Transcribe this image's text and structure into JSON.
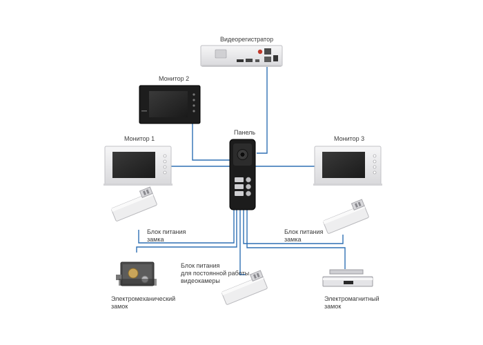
{
  "labels": {
    "dvr": "Видеорегистратор",
    "monitor2": "Монитор 2",
    "monitor1": "Монитор 1",
    "monitor3": "Монитор 3",
    "panel": "Панель",
    "psu_lock_left": "Блок питания\nзамка",
    "psu_lock_right": "Блок питания\nзамка",
    "psu_camera": "Блок питания\nдля постоянной работы\nвидеокамеры",
    "electromech_lock": "Электромеханический\nзамок",
    "electromag_lock": "Электромагнитный\nзамок"
  },
  "colors": {
    "wire": "#2d6fb3",
    "dark_device": "#1c1c1c",
    "light_device": "#e9e9eb",
    "screen": "#2b2b2b"
  }
}
